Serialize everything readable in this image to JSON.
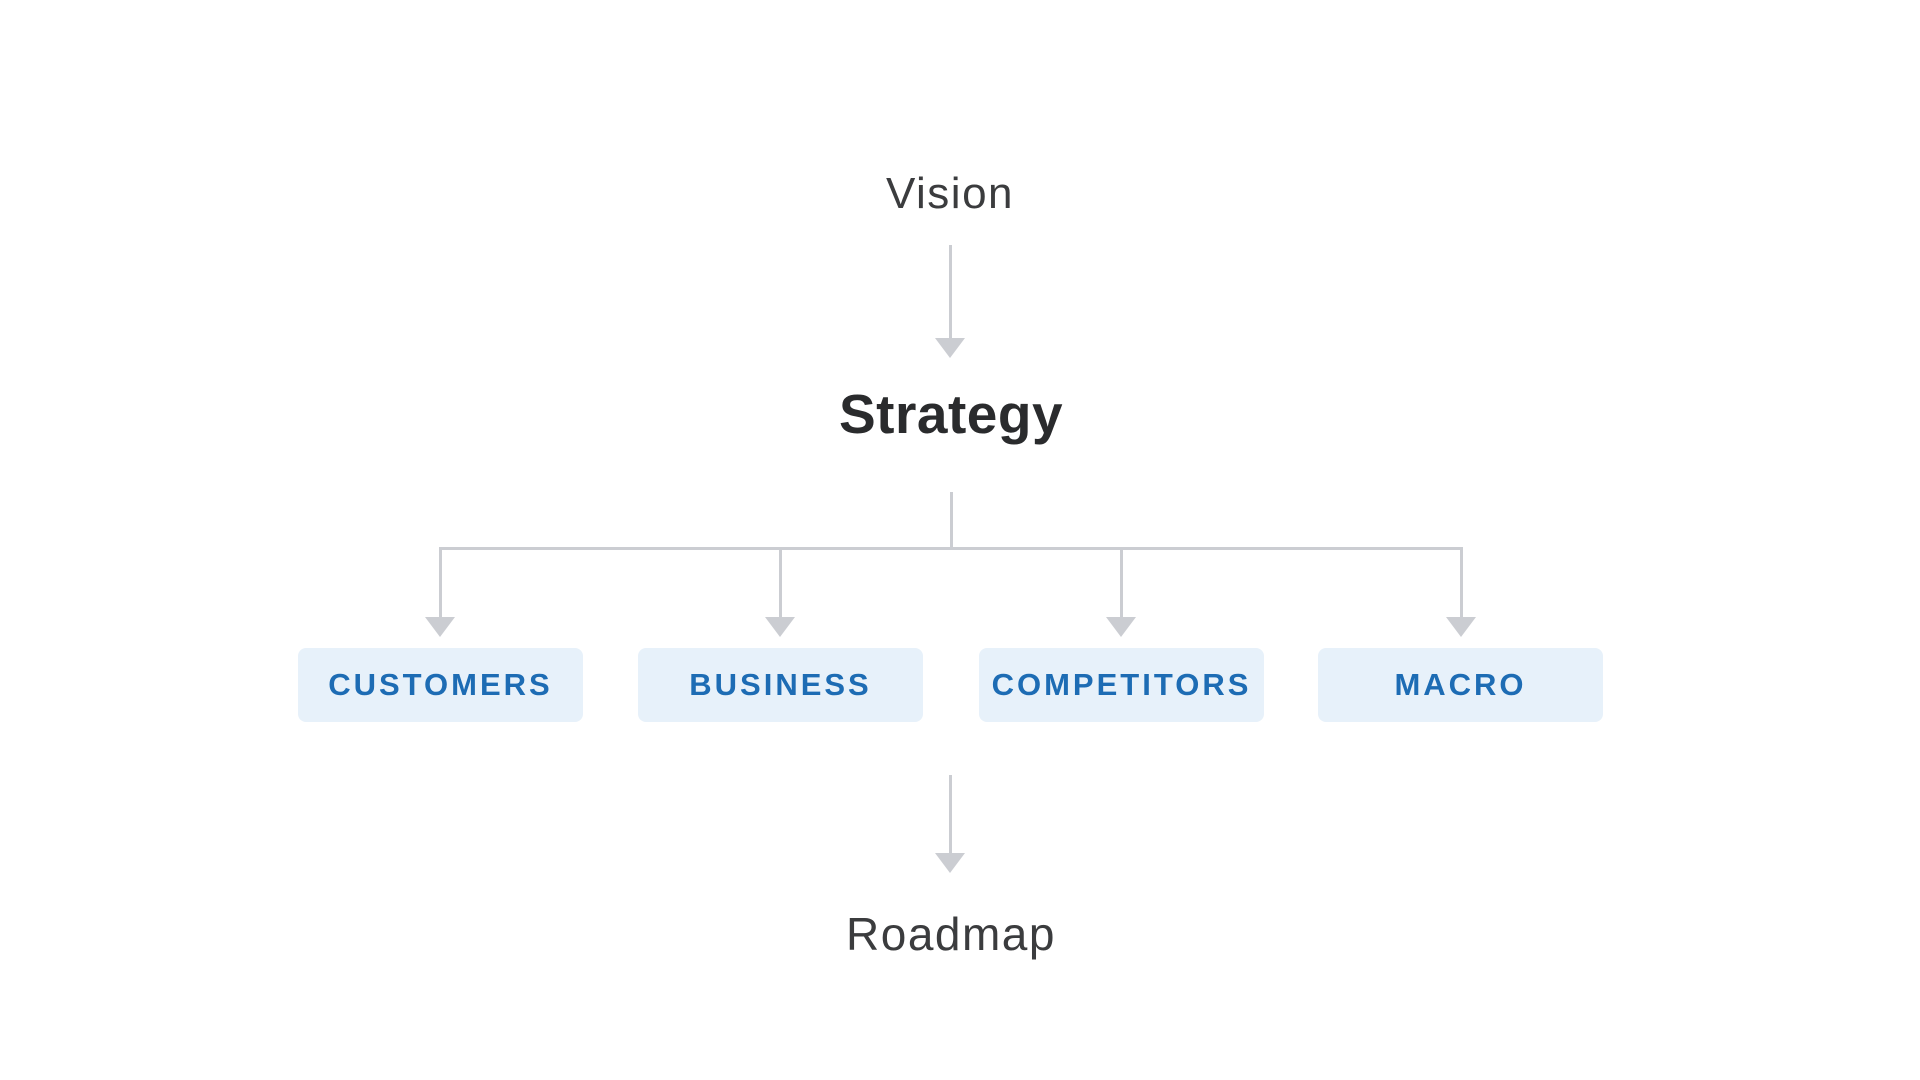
{
  "diagram": {
    "top_node": {
      "label": "Vision"
    },
    "center_node": {
      "label": "Strategy"
    },
    "bottom_node": {
      "label": "Roadmap"
    },
    "branches": [
      {
        "label": "CUSTOMERS"
      },
      {
        "label": "BUSINESS"
      },
      {
        "label": "COMPETITORS"
      },
      {
        "label": "MACRO"
      }
    ],
    "colors": {
      "background": "#FFFFFF",
      "connector_gray": "#CBCDD2",
      "node_text_dark": "#3B3C3E",
      "strategy_text": "#2A2B2D",
      "branch_box_bg": "#E7F1FA",
      "branch_box_text": "#1D6CB4"
    }
  }
}
